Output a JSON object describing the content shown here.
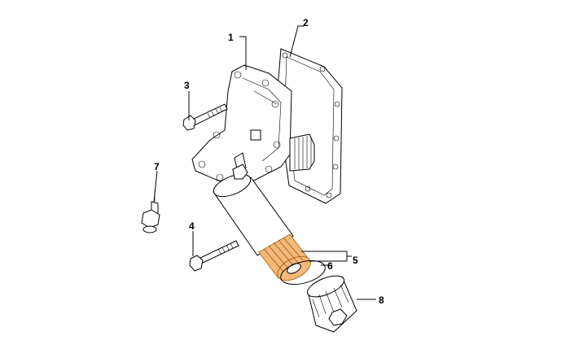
{
  "callouts": [
    {
      "id": "1",
      "label": "1"
    },
    {
      "id": "2",
      "label": "2"
    },
    {
      "id": "3",
      "label": "3"
    },
    {
      "id": "4",
      "label": "4"
    },
    {
      "id": "5",
      "label": "5"
    },
    {
      "id": "6",
      "label": "6"
    },
    {
      "id": "7",
      "label": "7"
    },
    {
      "id": "8",
      "label": "8"
    }
  ],
  "colors": {
    "line": "#000000",
    "filter_element": "#f3b978",
    "background": "#ffffff"
  }
}
